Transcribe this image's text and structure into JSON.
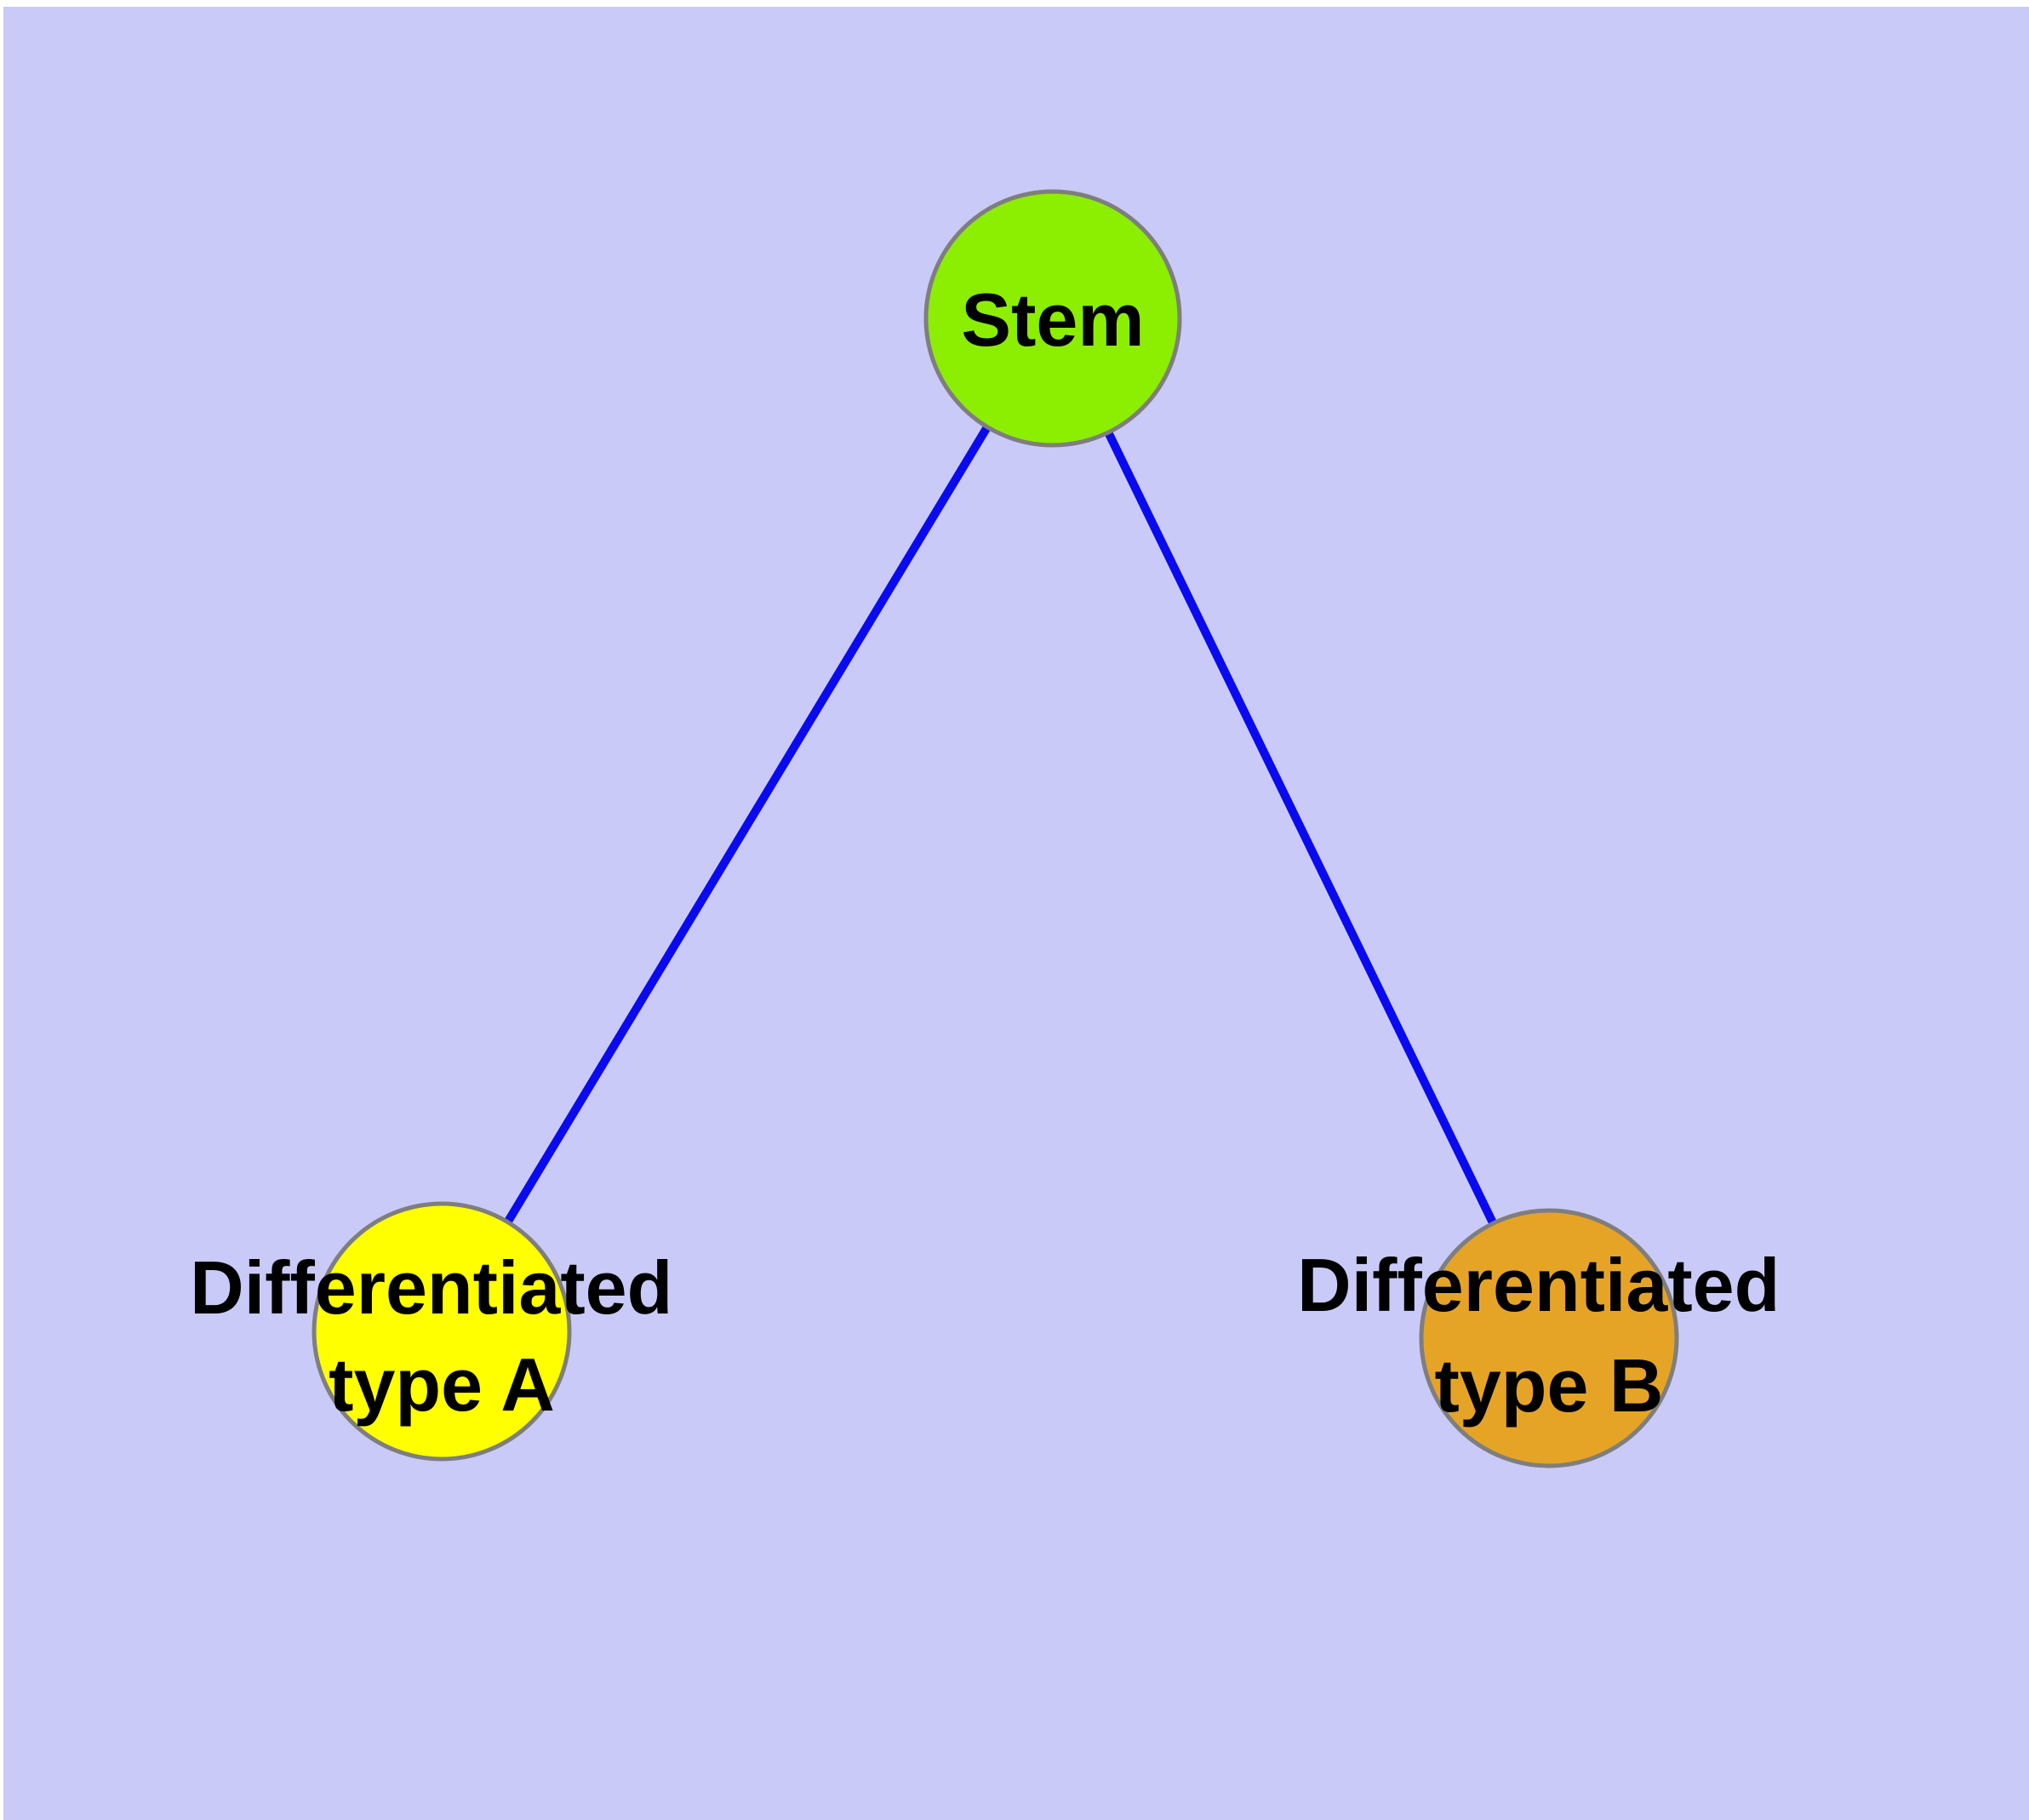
{
  "diagram": {
    "background_color": "#cacaf8",
    "margin_color": "#ffffff",
    "edge_color": "#0a0af0",
    "node_border_color": "#7e7e7e",
    "label_color": "#000000",
    "nodes": [
      {
        "id": "stem",
        "label_lines": [
          "Stem"
        ],
        "fill": "#8cee00"
      },
      {
        "id": "differentiated-type-a",
        "label_lines": [
          "Differentiated",
          "type A"
        ],
        "fill": "#ffff00"
      },
      {
        "id": "differentiated-type-b",
        "label_lines": [
          "Differentiated",
          "type B"
        ],
        "fill": "#e6a426"
      }
    ],
    "edges": [
      {
        "from": "stem",
        "to": "differentiated-type-a"
      },
      {
        "from": "stem",
        "to": "differentiated-type-b"
      }
    ]
  }
}
